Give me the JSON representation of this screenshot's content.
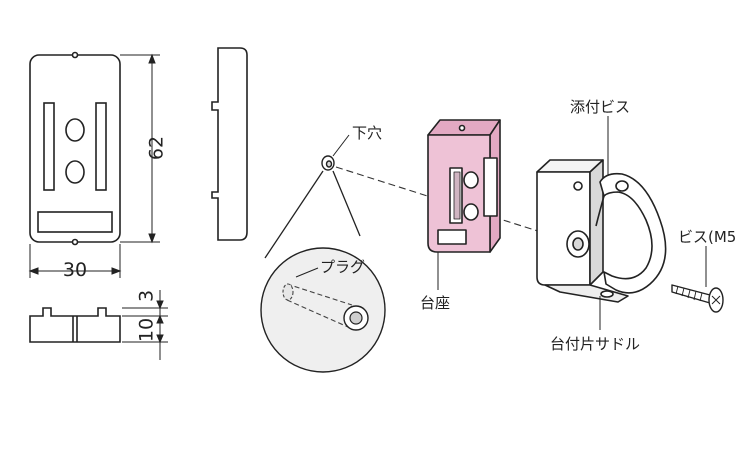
{
  "dimensions": {
    "height_62": "62",
    "width_30": "30",
    "lip_3": "3",
    "depth_10": "10"
  },
  "labels": {
    "shitaana": "下穴",
    "plug": "プラグ",
    "daiza": "台座",
    "soetsuke_bis": "添付ビス",
    "bis_m5": "ビス(M5",
    "saddle": "台付片サドル"
  },
  "colors": {
    "base_pink": "#eec2d6",
    "base_pink_dark": "#e3a9c3",
    "line": "#222222",
    "gray_shade": "#c8c8c8",
    "circle_fill": "#efefef"
  }
}
